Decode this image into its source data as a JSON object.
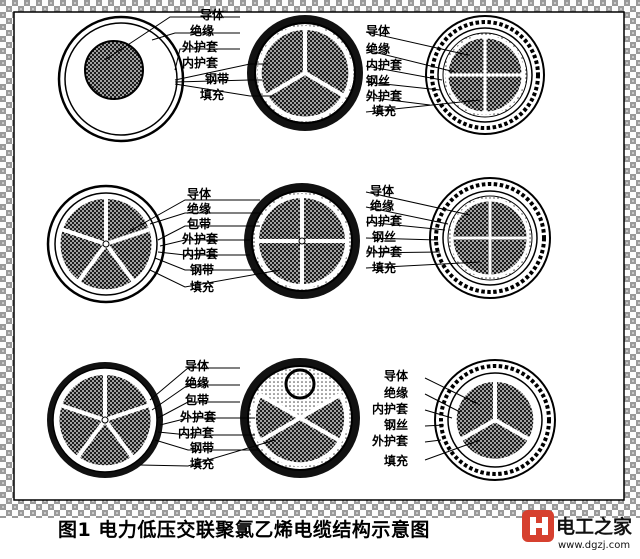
{
  "labels": {
    "conductor": "导体",
    "insulation": "绝缘",
    "outer_sheath": "外护套",
    "inner_sheath": "内护套",
    "steel_tape": "钢带",
    "filler": "填充",
    "steel_wire": "钢丝",
    "wrapping_tape": "包带"
  },
  "caption": "图1 电力低压交联聚氯乙烯电缆结构示意图",
  "brand": {
    "name": "电工之家",
    "url": "www.dgzj.com",
    "accent": "#d6402f"
  },
  "colors": {
    "ink": "#000000",
    "paper": "#ffffff"
  }
}
